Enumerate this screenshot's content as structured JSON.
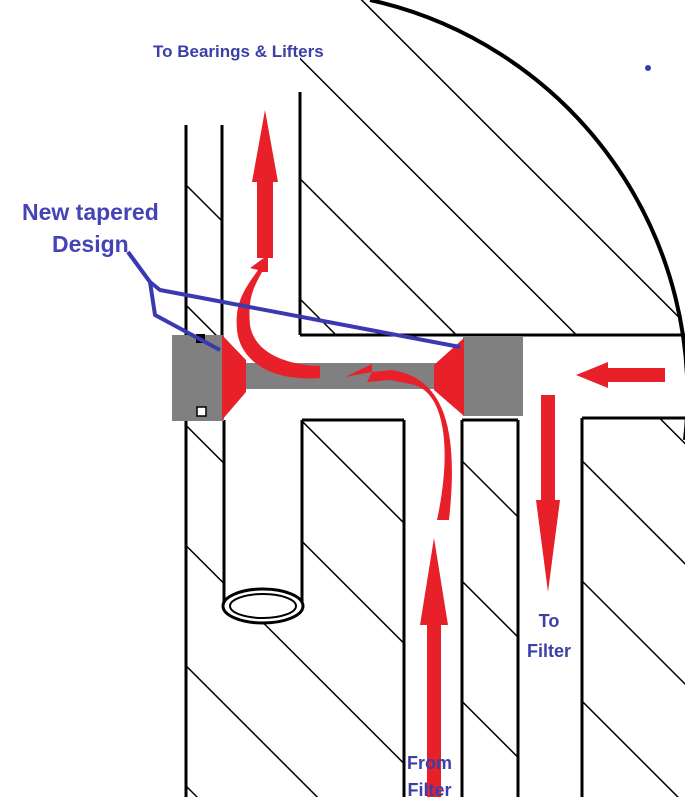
{
  "labels": {
    "to_bearings": "To Bearings & Lifters",
    "design_line1": "New tapered",
    "design_line2": "Design",
    "to_filter_line1": "To",
    "to_filter_line2": "Filter",
    "from_filter_line1": "From",
    "from_filter_line2": "Filter"
  },
  "colors": {
    "outline": "#000000",
    "arrow": "#e8202a",
    "valve_body": "#808080",
    "pointer": "#3a3ab0",
    "text": "#3b3fa6"
  }
}
